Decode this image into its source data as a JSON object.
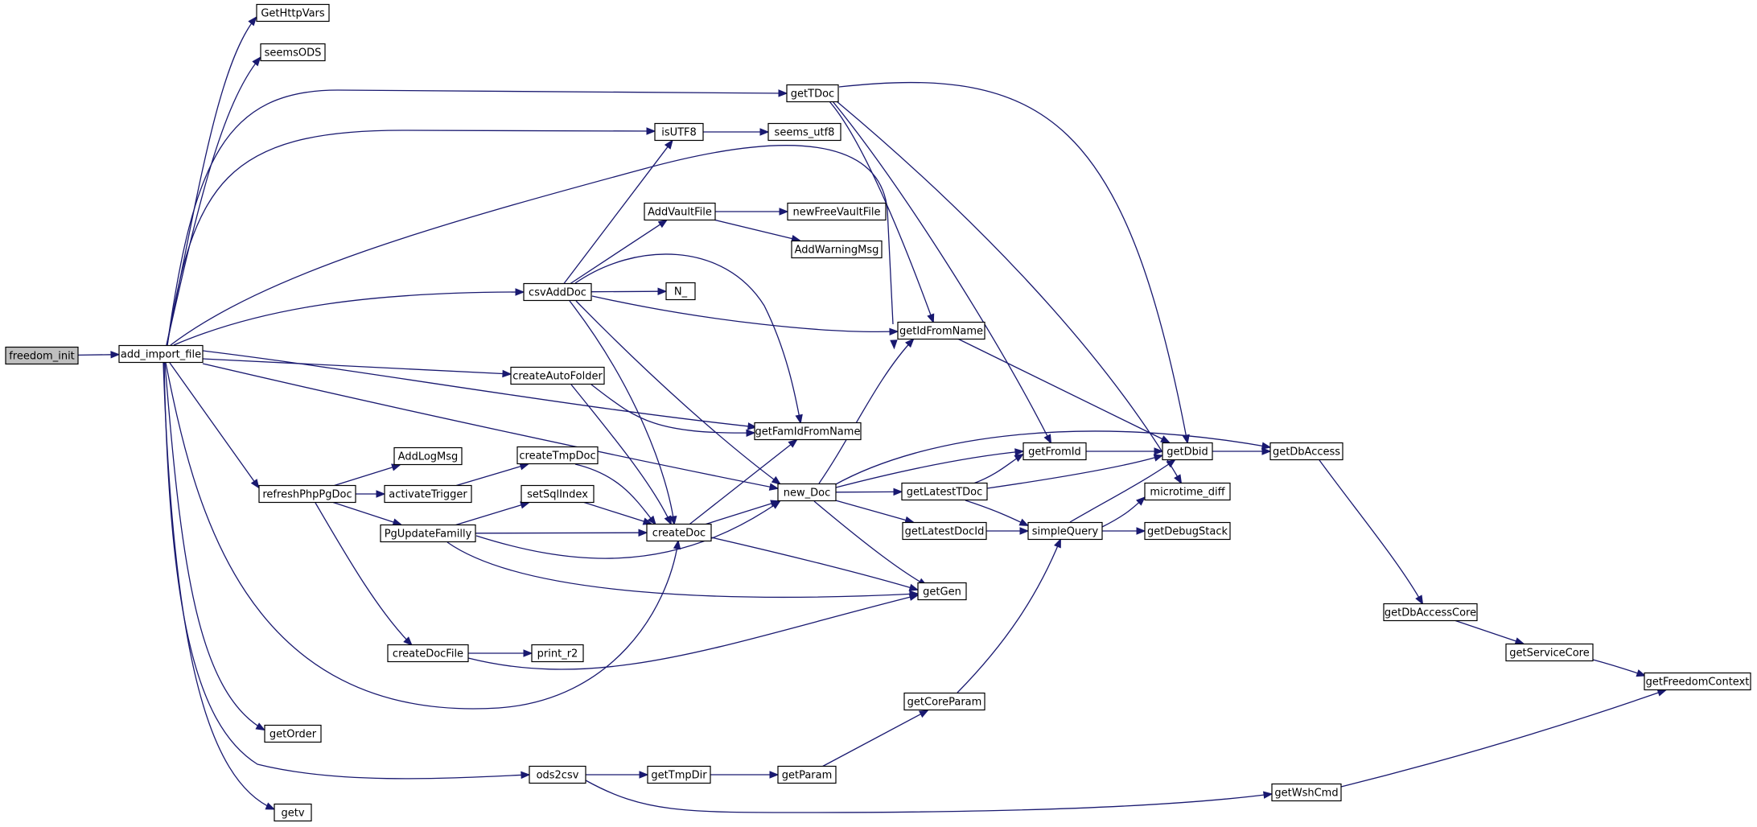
{
  "graph": {
    "colors": {
      "edge": "#191970",
      "root_fill": "#bfbfbf",
      "node_fill": "#ffffff",
      "node_border": "#000000"
    },
    "nodes": [
      {
        "id": "freedom_init",
        "label": "freedom_init",
        "root": true
      },
      {
        "id": "add_import_file",
        "label": "add_import_file"
      },
      {
        "id": "GetHttpVars",
        "label": "GetHttpVars"
      },
      {
        "id": "seemsODS",
        "label": "seemsODS"
      },
      {
        "id": "getTDoc",
        "label": "getTDoc"
      },
      {
        "id": "isUTF8",
        "label": "isUTF8"
      },
      {
        "id": "seems_utf8",
        "label": "seems_utf8"
      },
      {
        "id": "AddVaultFile",
        "label": "AddVaultFile"
      },
      {
        "id": "newFreeVaultFile",
        "label": "newFreeVaultFile"
      },
      {
        "id": "AddWarningMsg",
        "label": "AddWarningMsg"
      },
      {
        "id": "csvAddDoc",
        "label": "csvAddDoc"
      },
      {
        "id": "N_",
        "label": "N_"
      },
      {
        "id": "getIdFromName",
        "label": "getIdFromName"
      },
      {
        "id": "createAutoFolder",
        "label": "createAutoFolder"
      },
      {
        "id": "getFamIdFromName",
        "label": "getFamIdFromName"
      },
      {
        "id": "AddLogMsg",
        "label": "AddLogMsg"
      },
      {
        "id": "createTmpDoc",
        "label": "createTmpDoc"
      },
      {
        "id": "getFromId",
        "label": "getFromId"
      },
      {
        "id": "getDbid",
        "label": "getDbid"
      },
      {
        "id": "getDbAccess",
        "label": "getDbAccess"
      },
      {
        "id": "refreshPhpPgDoc",
        "label": "refreshPhpPgDoc"
      },
      {
        "id": "activateTrigger",
        "label": "activateTrigger"
      },
      {
        "id": "setSqlIndex",
        "label": "setSqlIndex"
      },
      {
        "id": "new_Doc",
        "label": "new_Doc"
      },
      {
        "id": "getLatestTDoc",
        "label": "getLatestTDoc"
      },
      {
        "id": "microtime_diff",
        "label": "microtime_diff"
      },
      {
        "id": "PgUpdateFamilly",
        "label": "PgUpdateFamilly"
      },
      {
        "id": "createDoc",
        "label": "createDoc"
      },
      {
        "id": "getLatestDocId",
        "label": "getLatestDocId"
      },
      {
        "id": "simpleQuery",
        "label": "simpleQuery"
      },
      {
        "id": "getDebugStack",
        "label": "getDebugStack"
      },
      {
        "id": "getGen",
        "label": "getGen"
      },
      {
        "id": "getDbAccessCore",
        "label": "getDbAccessCore"
      },
      {
        "id": "createDocFile",
        "label": "createDocFile"
      },
      {
        "id": "print_r2",
        "label": "print_r2"
      },
      {
        "id": "getServiceCore",
        "label": "getServiceCore"
      },
      {
        "id": "getFreedomContext",
        "label": "getFreedomContext"
      },
      {
        "id": "getCoreParam",
        "label": "getCoreParam"
      },
      {
        "id": "getOrder",
        "label": "getOrder"
      },
      {
        "id": "ods2csv",
        "label": "ods2csv"
      },
      {
        "id": "getTmpDir",
        "label": "getTmpDir"
      },
      {
        "id": "getParam",
        "label": "getParam"
      },
      {
        "id": "getWshCmd",
        "label": "getWshCmd"
      },
      {
        "id": "getv",
        "label": "getv"
      }
    ],
    "edges": [
      [
        "freedom_init",
        "add_import_file"
      ],
      [
        "add_import_file",
        "GetHttpVars"
      ],
      [
        "add_import_file",
        "seemsODS"
      ],
      [
        "add_import_file",
        "getTDoc"
      ],
      [
        "add_import_file",
        "isUTF8"
      ],
      [
        "add_import_file",
        "getIdFromName"
      ],
      [
        "add_import_file",
        "csvAddDoc"
      ],
      [
        "add_import_file",
        "createAutoFolder"
      ],
      [
        "add_import_file",
        "getFamIdFromName"
      ],
      [
        "add_import_file",
        "new_Doc"
      ],
      [
        "add_import_file",
        "refreshPhpPgDoc"
      ],
      [
        "add_import_file",
        "createDoc"
      ],
      [
        "add_import_file",
        "getOrder"
      ],
      [
        "add_import_file",
        "ods2csv"
      ],
      [
        "add_import_file",
        "getv"
      ],
      [
        "getTDoc",
        "getDbid"
      ],
      [
        "getTDoc",
        "getIdFromName"
      ],
      [
        "getTDoc",
        "getFromId"
      ],
      [
        "getTDoc",
        "microtime_diff"
      ],
      [
        "isUTF8",
        "seems_utf8"
      ],
      [
        "csvAddDoc",
        "isUTF8"
      ],
      [
        "csvAddDoc",
        "AddVaultFile"
      ],
      [
        "csvAddDoc",
        "N_"
      ],
      [
        "csvAddDoc",
        "getIdFromName"
      ],
      [
        "csvAddDoc",
        "getFamIdFromName"
      ],
      [
        "csvAddDoc",
        "createDoc"
      ],
      [
        "csvAddDoc",
        "new_Doc"
      ],
      [
        "AddVaultFile",
        "newFreeVaultFile"
      ],
      [
        "AddVaultFile",
        "AddWarningMsg"
      ],
      [
        "getIdFromName",
        "getDbid"
      ],
      [
        "createAutoFolder",
        "getFamIdFromName"
      ],
      [
        "createAutoFolder",
        "createDoc"
      ],
      [
        "refreshPhpPgDoc",
        "AddLogMsg"
      ],
      [
        "refreshPhpPgDoc",
        "activateTrigger"
      ],
      [
        "refreshPhpPgDoc",
        "PgUpdateFamilly"
      ],
      [
        "refreshPhpPgDoc",
        "createDocFile"
      ],
      [
        "activateTrigger",
        "createTmpDoc"
      ],
      [
        "createTmpDoc",
        "createDoc"
      ],
      [
        "PgUpdateFamilly",
        "setSqlIndex"
      ],
      [
        "PgUpdateFamilly",
        "createDoc"
      ],
      [
        "PgUpdateFamilly",
        "new_Doc"
      ],
      [
        "PgUpdateFamilly",
        "getGen"
      ],
      [
        "setSqlIndex",
        "createDoc"
      ],
      [
        "createDoc",
        "getFamIdFromName"
      ],
      [
        "createDoc",
        "new_Doc"
      ],
      [
        "createDoc",
        "getGen"
      ],
      [
        "new_Doc",
        "getIdFromName"
      ],
      [
        "new_Doc",
        "getDbAccess"
      ],
      [
        "new_Doc",
        "getFromId"
      ],
      [
        "new_Doc",
        "getLatestTDoc"
      ],
      [
        "new_Doc",
        "getLatestDocId"
      ],
      [
        "new_Doc",
        "getGen"
      ],
      [
        "getFromId",
        "getDbid"
      ],
      [
        "getLatestTDoc",
        "getFromId"
      ],
      [
        "getLatestTDoc",
        "getDbid"
      ],
      [
        "getLatestTDoc",
        "simpleQuery"
      ],
      [
        "getLatestDocId",
        "simpleQuery"
      ],
      [
        "simpleQuery",
        "getDbid"
      ],
      [
        "simpleQuery",
        "microtime_diff"
      ],
      [
        "simpleQuery",
        "getDebugStack"
      ],
      [
        "getDbid",
        "getDbAccess"
      ],
      [
        "getDbAccess",
        "getDbAccessCore"
      ],
      [
        "getDbAccessCore",
        "getServiceCore"
      ],
      [
        "getServiceCore",
        "getFreedomContext"
      ],
      [
        "createDocFile",
        "print_r2"
      ],
      [
        "createDocFile",
        "getGen"
      ],
      [
        "ods2csv",
        "getTmpDir"
      ],
      [
        "ods2csv",
        "getWshCmd"
      ],
      [
        "getTmpDir",
        "getParam"
      ],
      [
        "getParam",
        "getCoreParam"
      ],
      [
        "getCoreParam",
        "simpleQuery"
      ],
      [
        "getWshCmd",
        "getFreedomContext"
      ]
    ]
  }
}
